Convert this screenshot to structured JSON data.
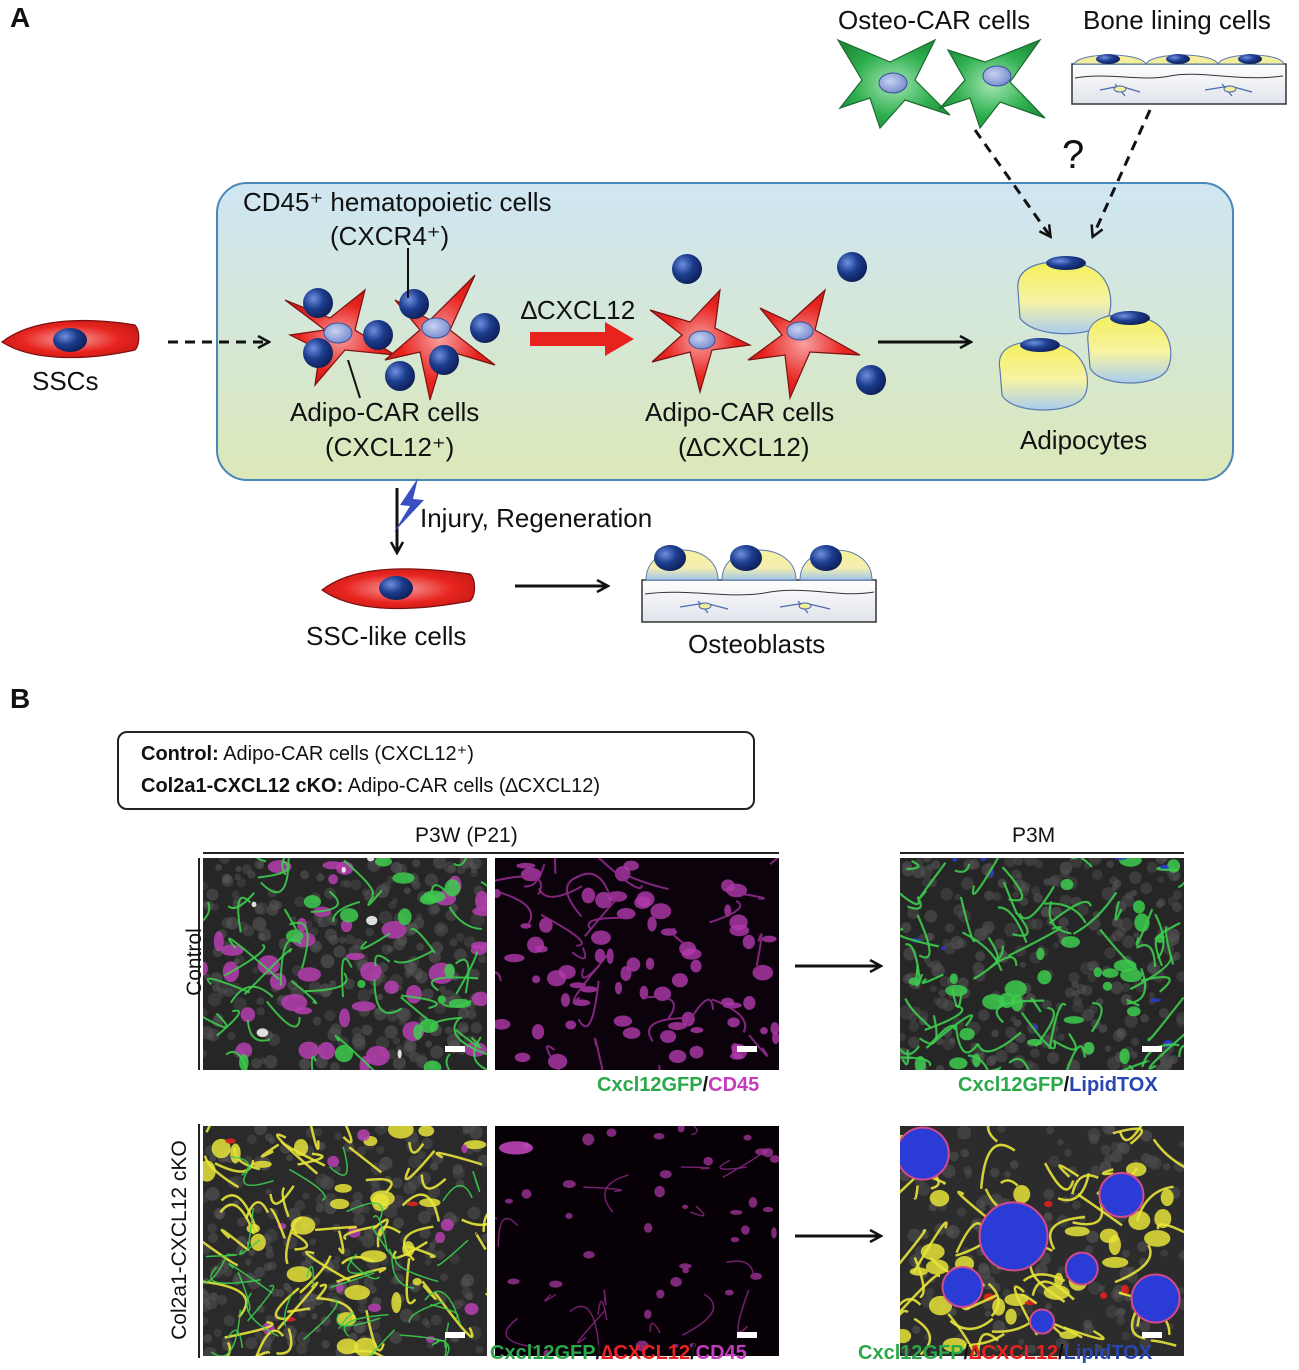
{
  "panel_a": {
    "letter": "A",
    "osteo_car_label": "Osteo-CAR cells",
    "bone_lining_label": "Bone lining cells",
    "question_mark": "?",
    "hematopoietic_label": "CD45⁺ hematopoietic cells",
    "cxcr4_label": "(CXCR4⁺)",
    "deletion_label": "∆CXCL12",
    "sscs_label": "SSCs",
    "adipo_car_left_label": "Adipo-CAR cells",
    "adipo_car_left_sub": "(CXCL12⁺)",
    "adipo_car_right_label": "Adipo-CAR cells",
    "adipo_car_right_sub": "(∆CXCL12)",
    "adipocytes_label": "Adipocytes",
    "injury_label": "Injury, Regeneration",
    "ssc_like_label": "SSC-like cells",
    "osteoblasts_label": "Osteoblasts",
    "colors": {
      "niche_top": "#cfe6f3",
      "niche_bottom": "#dbe8b8",
      "car_cell": "#e8241f",
      "nucleus": "#1d3d8f",
      "osteo_cell": "#2fb04f",
      "fat": "#f4ef5a",
      "arrow_red": "#e8221f",
      "lightning": "#3a4fc0"
    }
  },
  "panel_b": {
    "letter": "B",
    "legend": {
      "line1_bold": "Control:",
      "line1_text": " Adipo-CAR cells (CXCL12⁺)",
      "line2_bold": "Col2a1-CXCL12 cKO:",
      "line2_text": " Adipo-CAR cells (∆CXCL12)"
    },
    "header_left": "P3W (P21)",
    "header_right": "P3M",
    "row_control": "Control",
    "row_cko": "Col2a1-CXCL12 cKO",
    "caption_control_left": {
      "a": "Cxcl12GFP",
      "sep": "/",
      "b": "CD45"
    },
    "caption_control_right": {
      "a": "Cxcl12GFP",
      "sep": "/",
      "b": "LipidTOX"
    },
    "caption_cko_left": {
      "a": "Cxcl12GFP",
      "sep1": "/",
      "b": "∆CXCL12",
      "sep2": "/",
      "c": "CD45"
    },
    "caption_cko_right": {
      "a": "Cxcl12GFP",
      "sep1": "/",
      "b": "∆CXCL12",
      "sep2": "/",
      "c": "LipidTOX"
    },
    "colors": {
      "gfp": "#2aa84a",
      "delta": "#e8221f",
      "cd45": "#c43cbf",
      "lipidtox": "#2a45b0",
      "background_tissue": "#2a2a2a"
    }
  }
}
